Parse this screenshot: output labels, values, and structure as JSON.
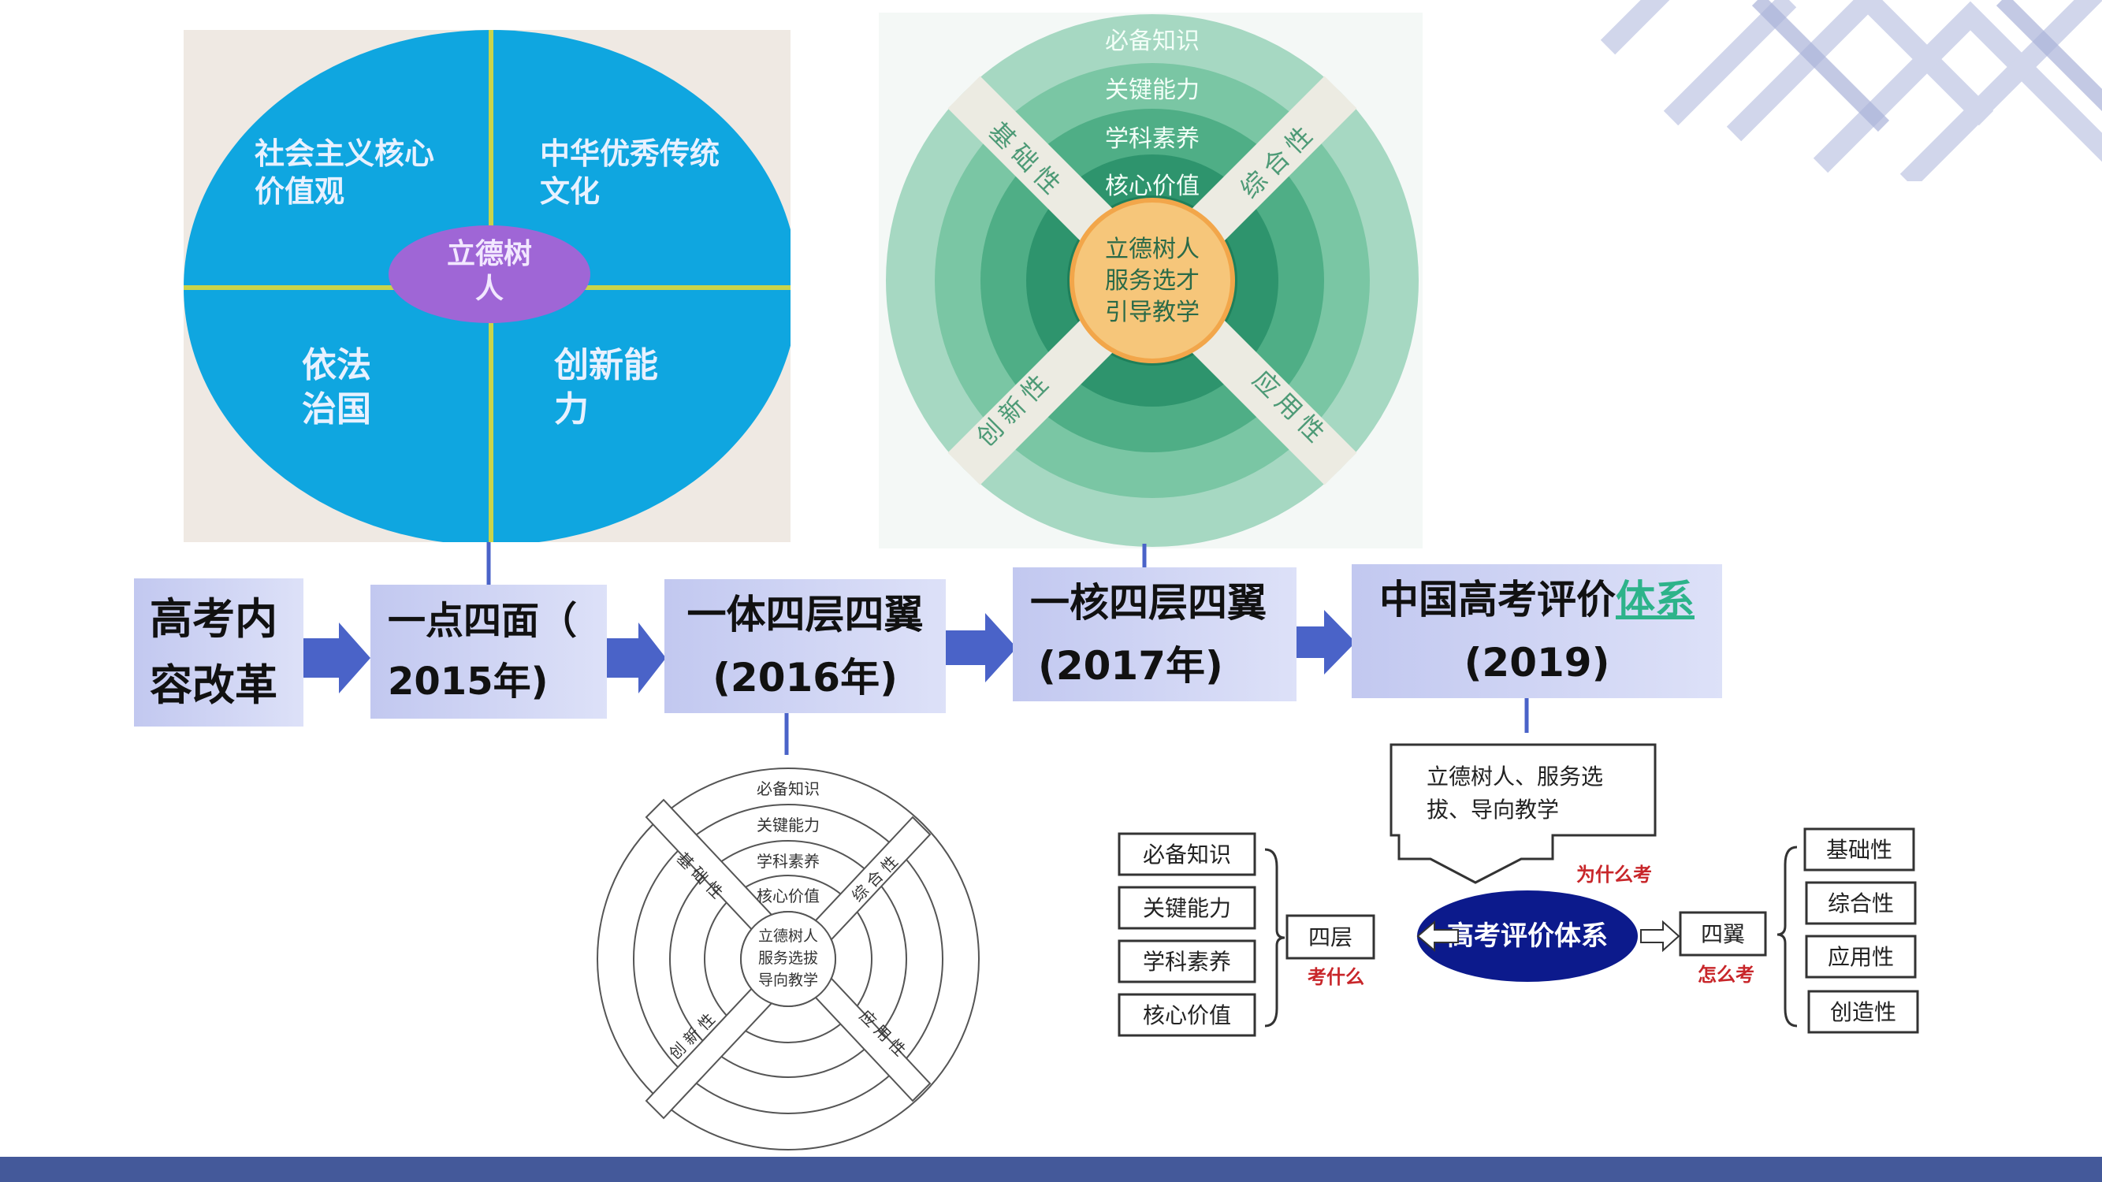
{
  "colors": {
    "timeline_box": "#c8cdf2",
    "arrow": "#4a63c8",
    "accent_green": "#2db38a",
    "footer_bar": "#44599a",
    "deco_stripes": "#c5cbe6",
    "blue_circle": "#0fa6e0",
    "center_purple": "#9f66d6",
    "green_ring_outer": "#a6d8c2",
    "green_center": "#f6c67a",
    "oval_navy": "#0c1a8c",
    "red_label": "#c8262a"
  },
  "timeline": {
    "boxes": [
      {
        "line1": "高考内",
        "line2": "容改革"
      },
      {
        "line1": "一点四面（",
        "line2": "2015年)"
      },
      {
        "line1": "一体四层四翼",
        "line2": "(2016年)"
      },
      {
        "line1": "一核四层四翼",
        "line2": "(2017年)"
      },
      {
        "line1_main": "中国高考评价",
        "line1_accent": "体系",
        "line2": "(2019)"
      }
    ]
  },
  "one_point_four_faces": {
    "quadrants": [
      "社会主义核心价值观",
      "中华优秀传统文化",
      "依法治国",
      "创新能力"
    ],
    "quadrant_lines": [
      [
        "社会主义核心",
        "价值观"
      ],
      [
        "中华优秀传统",
        "文化"
      ],
      [
        "依法",
        "治国"
      ],
      [
        "创新能",
        "力"
      ]
    ],
    "center_lines": [
      "立德树",
      "人"
    ]
  },
  "one_core_four_layers_four_wings": {
    "layers": [
      "必备知识",
      "关键能力",
      "学科素养",
      "核心价值"
    ],
    "wings": [
      "基础性",
      "综合性",
      "创新性",
      "应用性"
    ],
    "center_lines": [
      "立德树人",
      "服务选才",
      "引导教学"
    ]
  },
  "one_body_four_layers_four_wings": {
    "layers": [
      "必备知识",
      "关键能力",
      "学科素养",
      "核心价值"
    ],
    "wings": [
      "基础性",
      "综合性",
      "创新性",
      "应用性"
    ],
    "center_lines": [
      "立德树人",
      "服务选拔",
      "导向教学"
    ]
  },
  "evaluation_system": {
    "top_box_lines": [
      "立德树人、服务选",
      "拔、导向教学"
    ],
    "why_label": "为什么考",
    "center": "高考评价体系",
    "left_group_label": "四层",
    "left_group_sub": "考什么",
    "left_items": [
      "必备知识",
      "关键能力",
      "学科素养",
      "核心价值"
    ],
    "right_group_label": "四翼",
    "right_group_sub": "怎么考",
    "right_items": [
      "基础性",
      "综合性",
      "应用性",
      "创造性"
    ]
  }
}
